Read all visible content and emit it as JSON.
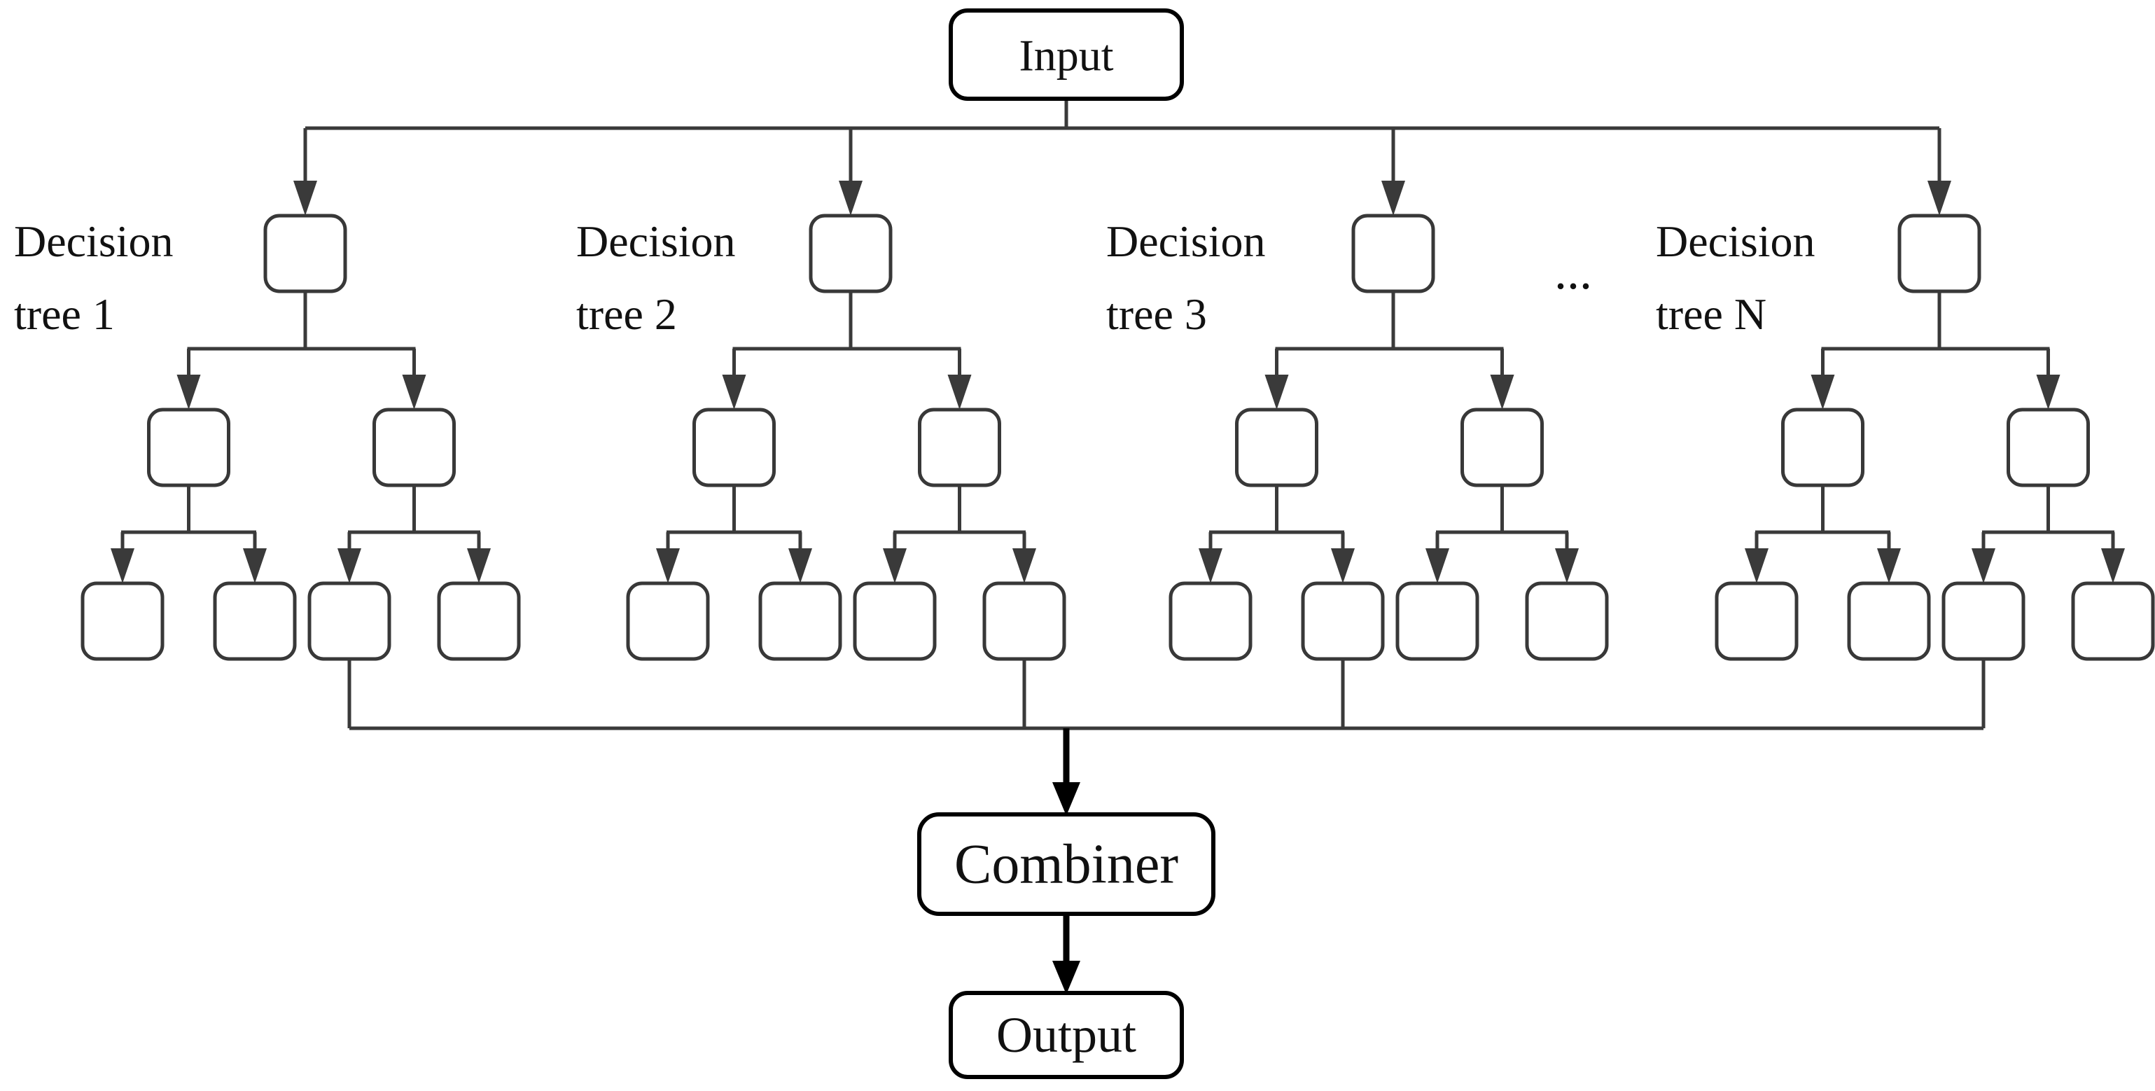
{
  "diagram": {
    "input_label": "Input",
    "combiner_label": "Combiner",
    "output_label": "Output",
    "ellipsis_label": "...",
    "trees": [
      {
        "id": "tree-1",
        "label_line1": "Decision",
        "label_line2": "tree 1",
        "drop_leaf": 2
      },
      {
        "id": "tree-2",
        "label_line1": "Decision",
        "label_line2": "tree 2",
        "drop_leaf": 3
      },
      {
        "id": "tree-3",
        "label_line1": "Decision",
        "label_line2": "tree 3",
        "drop_leaf": 1
      },
      {
        "id": "tree-n",
        "label_line1": "Decision",
        "label_line2": "tree N",
        "drop_leaf": 2
      }
    ],
    "colors": {
      "background": "#ffffff",
      "line": "#3a3a3a",
      "node_border": "#383838",
      "terminal_border": "#000000",
      "thick_arrow": "#000000",
      "text": "#111111"
    }
  }
}
